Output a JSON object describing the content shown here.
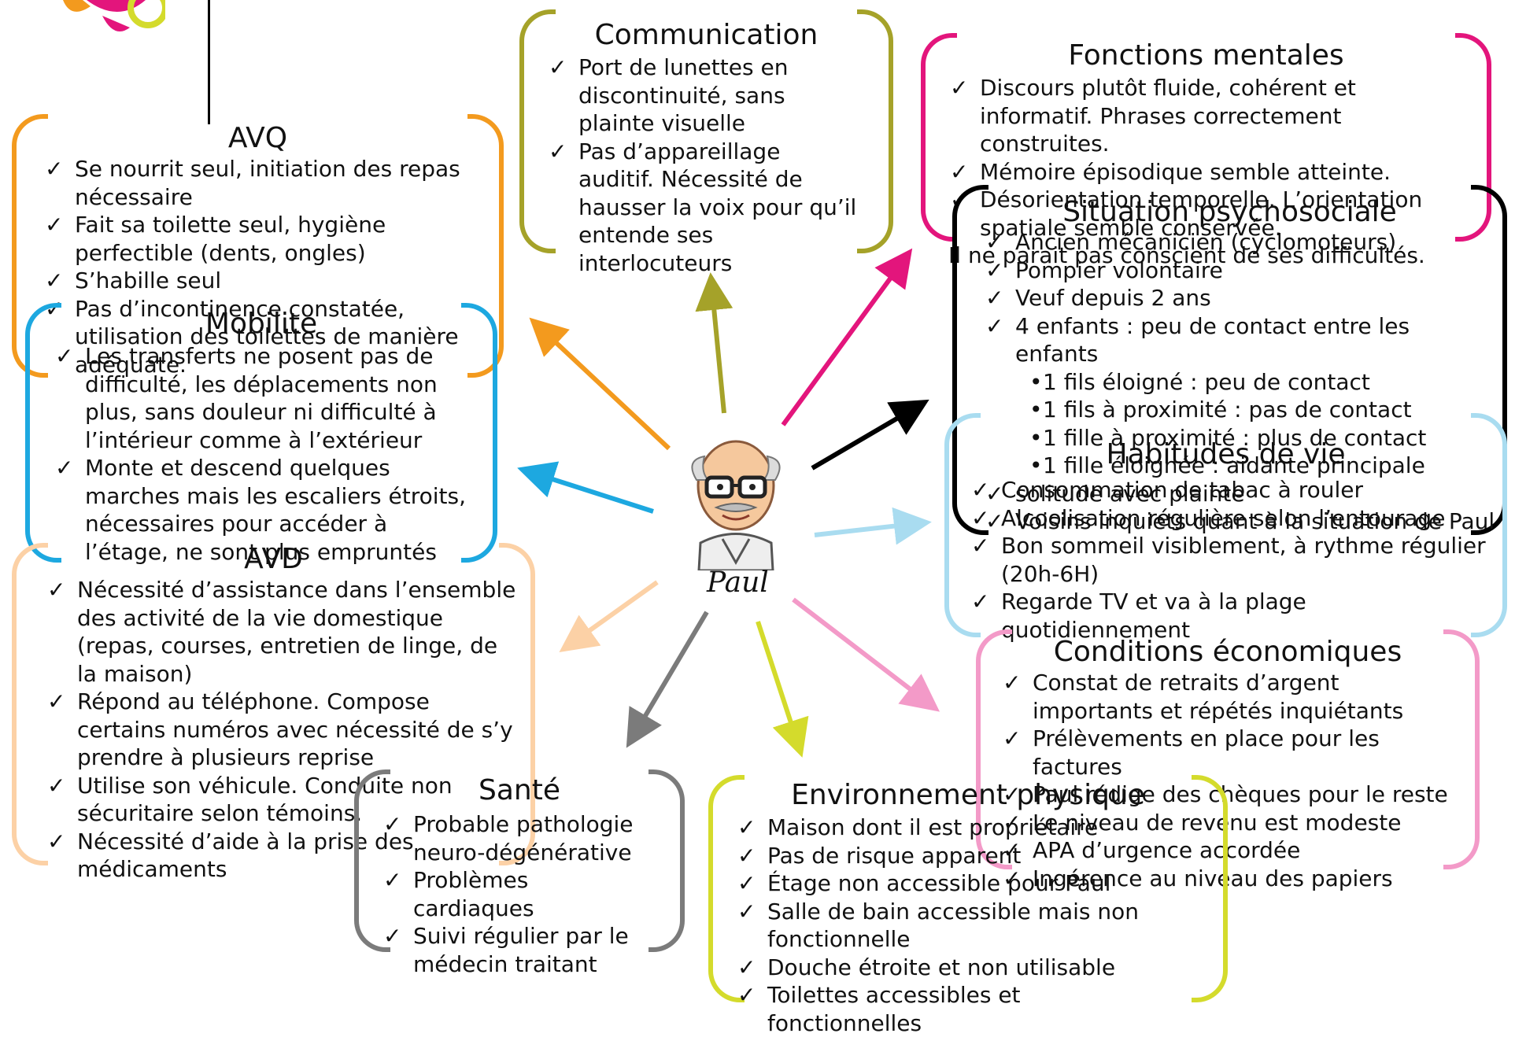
{
  "center": {
    "name": "Paul"
  },
  "colors": {
    "avq": "#f39a1e",
    "communication": "#a5a229",
    "fonctions": "#e3157c",
    "mobilite": "#1da8e0",
    "psycho": "#000000",
    "avd": "#fcd1a6",
    "habitudes": "#a9dcf0",
    "conditions": "#f39ac8",
    "sante": "#7b7b7b",
    "environnement": "#d4db2c"
  },
  "sections": {
    "avq": {
      "title": "AVQ",
      "items": [
        "Se nourrit seul, initiation des repas nécessaire",
        "Fait sa toilette seul, hygiène perfectible (dents, ongles)",
        "S’habille seul",
        "Pas d’incontinence constatée, utilisation des toilettes de manière adéquate."
      ]
    },
    "communication": {
      "title": "Communication",
      "items": [
        "Port de lunettes en discontinuité, sans plainte visuelle",
        "Pas d’appareillage auditif. Nécessité de hausser la voix pour qu’il entende ses interlocuteurs"
      ]
    },
    "fonctions": {
      "title": "Fonctions mentales",
      "items": [
        "Discours plutôt fluide, cohérent et informatif. Phrases correctement construites.",
        "Mémoire épisodique semble atteinte.",
        "Désorientation temporelle. L’orientation spatiale semble conservée.",
        "Il ne parait pas conscient de ses difficultés."
      ]
    },
    "mobilite": {
      "title": "Mobilite",
      "items": [
        "Les transferts ne posent pas de difficulté, les déplacements non plus, sans douleur ni difficulté à l’intérieur comme à l’extérieur",
        "Monte et descend quelques marches mais les escaliers étroits, nécessaires pour accéder à l’étage, ne sont plus empruntés"
      ]
    },
    "psycho": {
      "title": "Situation psychosociale",
      "items": [
        "Ancien mécanicien (cyclomoteurs)",
        "Pompier volontaire",
        "Veuf depuis 2 ans",
        "4 enfants : peu de contact entre les enfants"
      ],
      "subitems": [
        "1 fils éloigné : peu de contact",
        "1 fils à proximité : pas de contact",
        "1 fille à proximité : plus de contact",
        "1 fille éloignée : aidante principale"
      ],
      "items_after": [
        "solitude avec plainte",
        "Voisins inquiets quant à la situation de Paul"
      ]
    },
    "avd": {
      "title": "AVD",
      "items": [
        "Nécessité d’assistance dans l’ensemble des activité de la vie domestique (repas, courses, entretien de linge, de la maison)",
        "Répond au téléphone. Compose certains numéros avec nécessité de s’y prendre à plusieurs reprise",
        "Utilise son véhicule. Conduite non sécuritaire selon témoins.",
        "Nécessité d’aide à la prise des médicaments"
      ]
    },
    "habitudes": {
      "title": "Habitudes de vie",
      "items": [
        "Consommation de tabac à rouler",
        "Alcoolisation régulière selon l’entourage",
        "Bon sommeil visiblement, à rythme régulier (20h-6H)",
        "Regarde TV et va à la plage quotidiennement"
      ]
    },
    "conditions": {
      "title": "Conditions économiques",
      "items": [
        "Constat de retraits d’argent importants et répétés inquiétants",
        "Prélèvements en place pour les factures",
        "Paul rédige des chèques pour le reste",
        "Le niveau de revenu est modeste",
        "APA d’urgence accordée",
        "Ingérence au niveau des papiers"
      ]
    },
    "sante": {
      "title": "Santé",
      "items": [
        "Probable pathologie neuro-dégénérative",
        "Problèmes cardiaques",
        "Suivi régulier par le médecin traitant"
      ]
    },
    "environnement": {
      "title": "Environnement physique",
      "items": [
        "Maison dont il est propriétaire",
        "Pas de risque apparent",
        "Étage non accessible pour Paul",
        "Salle de bain accessible mais non fonctionnelle",
        "Douche étroite et non utilisable",
        "Toilettes accessibles et fonctionnelles"
      ]
    }
  }
}
